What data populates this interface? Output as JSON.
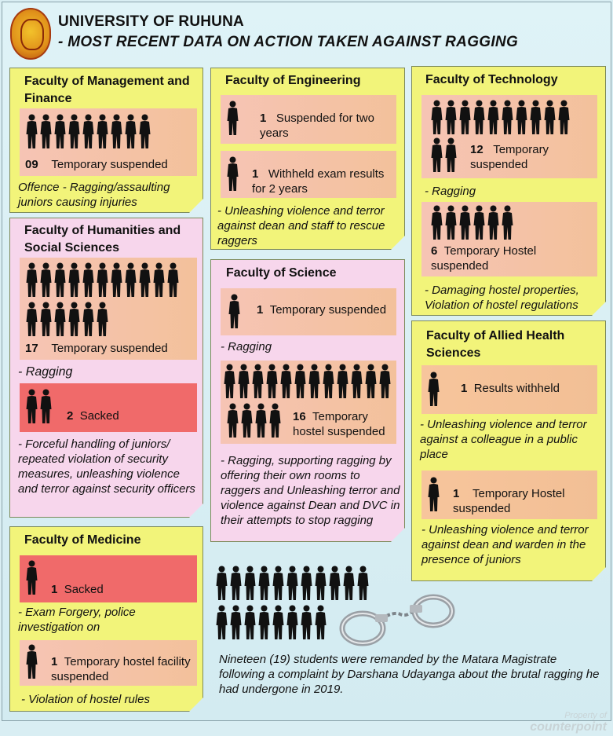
{
  "header": {
    "title": "UNIVERSITY OF RUHUNA",
    "subtitle": "- MOST RECENT DATA ON ACTION TAKEN AGAINST RAGGING"
  },
  "cards": {
    "management": {
      "title": "Faculty of Management and Finance",
      "actions": [
        {
          "count": "09",
          "text": "Temporary suspended"
        }
      ],
      "offence": "Offence - Ragging/assaulting juniors causing injuries"
    },
    "engineering": {
      "title": "Faculty of Engineering",
      "actions": [
        {
          "count": "1",
          "text": "Suspended for two years"
        },
        {
          "count": "1",
          "text": "Withheld  exam results for 2 years"
        }
      ],
      "offence": "- Unleashing violence and terror against dean and staff to rescue raggers"
    },
    "technology": {
      "title": "Faculty of Technology",
      "actions": [
        {
          "count": "12",
          "text": "Temporary suspended"
        },
        {
          "count": "6",
          "text": "Temporary Hostel suspended"
        }
      ],
      "offence1": "- Ragging",
      "offence2": "- Damaging hostel properties, Violation of hostel regulations"
    },
    "humanities": {
      "title": "Faculty of Humanities and Social Sciences",
      "actions": [
        {
          "count": "17",
          "text": "Temporary suspended"
        },
        {
          "count": "2",
          "text": "Sacked"
        }
      ],
      "offence1": "- Ragging",
      "offence2": "- Forceful handling of juniors/ repeated violation of security measures, unleashing violence and terror against security officers"
    },
    "science": {
      "title": "Faculty of  Science",
      "actions": [
        {
          "count": "1",
          "text": "Temporary suspended"
        },
        {
          "count": "16",
          "text": "Temporary hostel suspended"
        }
      ],
      "offence1": "- Ragging",
      "offence2": "- Ragging, supporting ragging by offering their own rooms to raggers and Unleashing terror and violence against Dean and DVC in their attempts to stop ragging"
    },
    "allied": {
      "title": "Faculty of Allied Health Sciences",
      "actions": [
        {
          "count": "1",
          "text": "Results withheld"
        },
        {
          "count": "1",
          "text": "Temporary Hostel suspended"
        }
      ],
      "offence1": "- Unleashing violence and terror against a colleague in a public place",
      "offence2": "- Unleashing violence and terror against dean and warden in the presence of juniors"
    },
    "medicine": {
      "title": "Faculty of Medicine",
      "actions": [
        {
          "count": "1",
          "text": "Sacked"
        },
        {
          "count": "1",
          "text": "Temporary hostel facility suspended"
        }
      ],
      "offence1": "- Exam Forgery, police investigation on",
      "offence2": "- Violation of hostel rules"
    }
  },
  "footer": {
    "remand_text": "Nineteen (19) students were remanded by the Matara Magistrate following a complaint by Darshana Udayanga about the brutal ragging he had undergone in 2019."
  },
  "watermark": {
    "line1": "Property of",
    "line2": "counterpoint"
  },
  "colors": {
    "card_yellow": "#f2f47a",
    "card_pink": "#f7d6ec",
    "panel_orange": "#f2bf95",
    "panel_red": "#f06a6a",
    "background": "#d9eef3"
  },
  "icons": {
    "logo": "university-crest",
    "student": "person-silhouette",
    "handcuffs": "handcuffs-icon"
  }
}
